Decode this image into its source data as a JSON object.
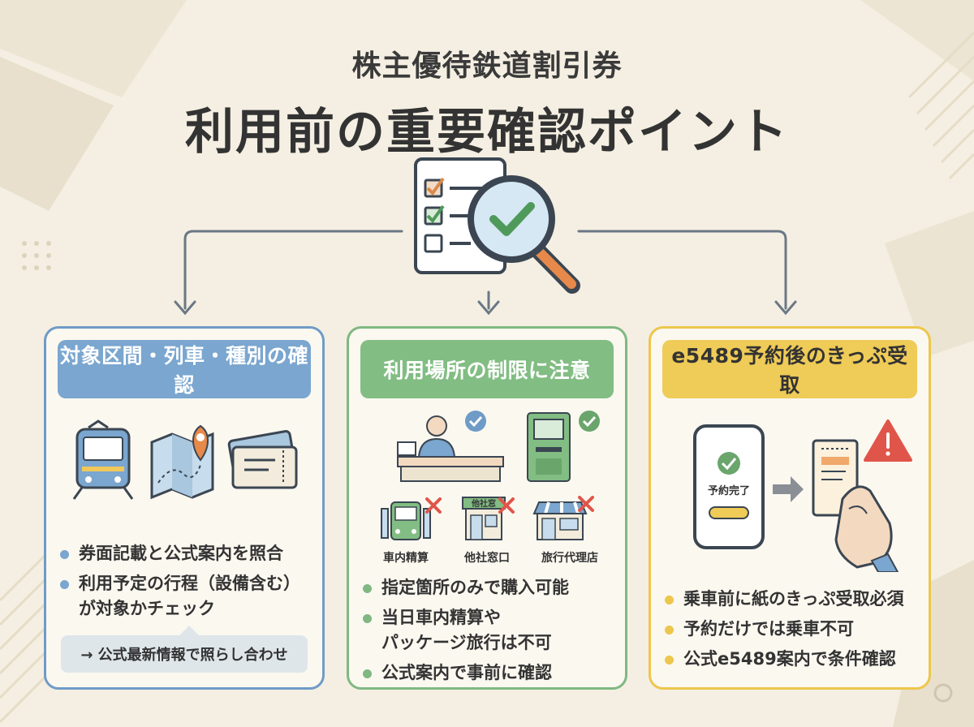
{
  "subtitle": "株主優待鉄道割引券",
  "title": "利用前の重要確認ポイント",
  "icons": [
    "checklist-icon",
    "magnifier-check-icon",
    "train-icon",
    "map-pin-icon",
    "ticket-icon",
    "staff-counter-icon",
    "ticket-machine-icon",
    "check-icon",
    "cross-icon",
    "smartphone-icon",
    "warning-icon",
    "hand-ticket-icon"
  ],
  "colors": {
    "background": "#f4efe2",
    "blue": "#7aa6cf",
    "green": "#82bd83",
    "yellow": "#efcb57",
    "text": "#333333",
    "connector": "#6b7785"
  },
  "cards": [
    {
      "header": "対象区間・列車・種別の確認",
      "bullets": [
        "券面記載と公式案内を照合",
        "利用予定の行程（設備含む）",
        "が対象かチェック"
      ],
      "note": "→ 公式最新情報で照らし合わせ"
    },
    {
      "header": "利用場所の制限に注意",
      "labels": [
        "車内精算",
        "他社窓口",
        "旅行代理店"
      ],
      "shop_sign": "他社窓",
      "bullets": [
        "指定箇所のみで購入可能",
        "当日車内精算や",
        "パッケージ旅行は不可",
        "公式案内で事前に確認"
      ]
    },
    {
      "header": "e5489予約後のきっぷ受取",
      "phone_text": "予約完了",
      "bullets": [
        "乗車前に紙のきっぷ受取必須",
        "予約だけでは乗車不可",
        "公式e5489案内で条件確認"
      ]
    }
  ]
}
